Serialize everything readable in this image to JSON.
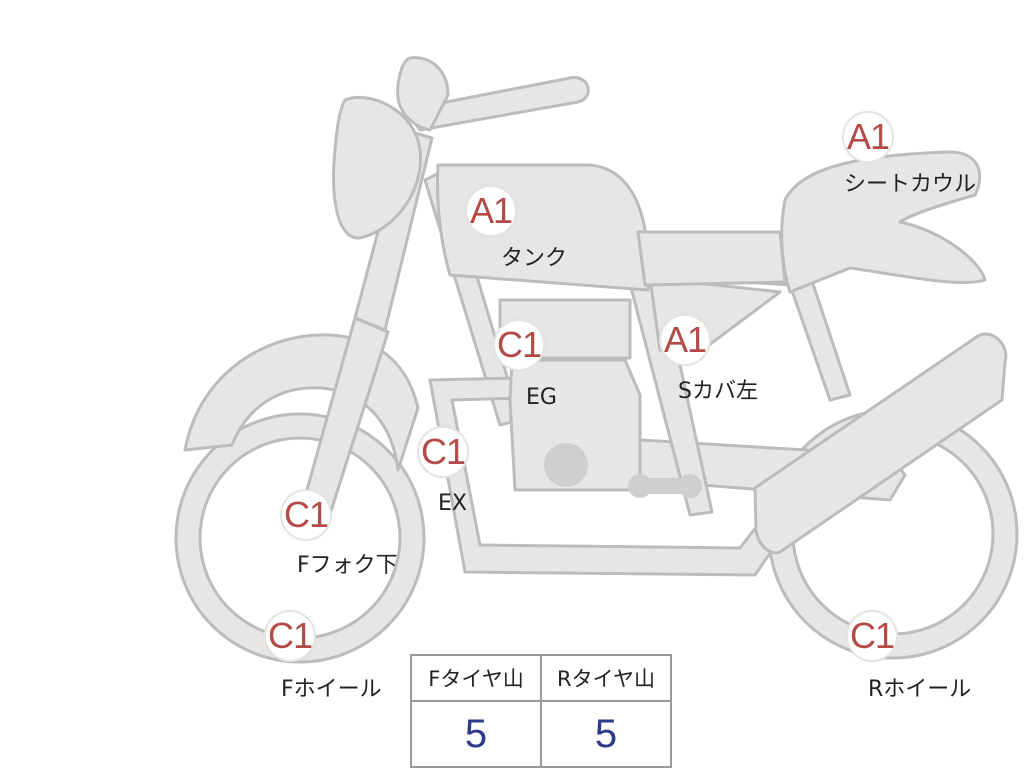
{
  "diagram": {
    "markers": [
      {
        "id": "tank",
        "grade": "A1",
        "label": "タンク"
      },
      {
        "id": "seat-cowl",
        "grade": "A1",
        "label": "シートカウル"
      },
      {
        "id": "side-cover-left",
        "grade": "A1",
        "label": "Sカバ左"
      },
      {
        "id": "engine",
        "grade": "C1",
        "label": "EG"
      },
      {
        "id": "exhaust",
        "grade": "C1",
        "label": "EX"
      },
      {
        "id": "front-fork-lower",
        "grade": "C1",
        "label": "Fフォク下"
      },
      {
        "id": "front-wheel",
        "grade": "C1",
        "label": "Fホイール"
      },
      {
        "id": "rear-wheel",
        "grade": "C1",
        "label": "Rホイール"
      }
    ]
  },
  "tread_table": {
    "headers": [
      "Fタイヤ山",
      "Rタイヤ山"
    ],
    "values": [
      "5",
      "5"
    ]
  },
  "colors": {
    "part_fill": "#e6e6e4",
    "part_outline": "#bcbcba",
    "grade_text": "#b44a45",
    "tread_value_text": "#2b3a8a"
  }
}
